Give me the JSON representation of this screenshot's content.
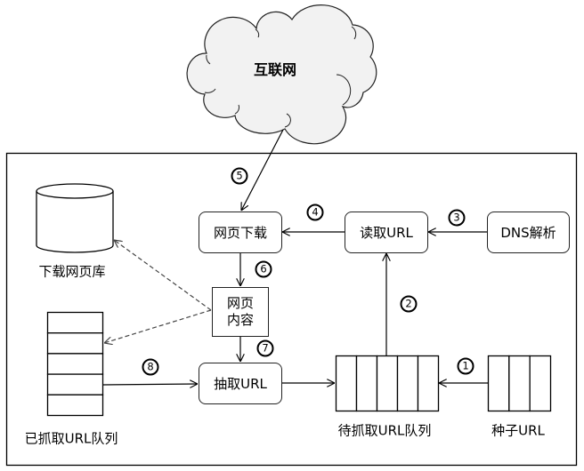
{
  "diagram": {
    "cloud": {
      "label": "互联网"
    },
    "boxes": {
      "page_download": "网页下载",
      "read_url": "读取URL",
      "dns_resolve": "DNS解析",
      "page_content": [
        "网页",
        "内容"
      ],
      "extract_url": "抽取URL"
    },
    "database": {
      "label": "下载网页库"
    },
    "queues": {
      "crawled": {
        "label": "已抓取URL队列",
        "slots": 5
      },
      "pending": {
        "label": "待抓取URL队列",
        "slots": 5
      },
      "seed": {
        "label": "种子URL",
        "slots": 3
      }
    },
    "steps": [
      "1",
      "2",
      "3",
      "4",
      "5",
      "6",
      "7",
      "8"
    ],
    "edges": [
      {
        "id": "e1",
        "from": "seed",
        "to": "pending",
        "style": "solid",
        "step": "1"
      },
      {
        "id": "e2",
        "from": "pending",
        "to": "read_url",
        "style": "solid",
        "step": "2"
      },
      {
        "id": "e3",
        "from": "dns_resolve",
        "to": "read_url",
        "style": "solid",
        "step": "3"
      },
      {
        "id": "e4",
        "from": "read_url",
        "to": "page_download",
        "style": "solid",
        "step": "4"
      },
      {
        "id": "e5",
        "from": "internet",
        "to": "page_download",
        "style": "solid",
        "step": "5"
      },
      {
        "id": "e6",
        "from": "page_download",
        "to": "page_content",
        "style": "solid",
        "step": "6"
      },
      {
        "id": "e7",
        "from": "page_content",
        "to": "extract_url",
        "style": "solid",
        "step": "7"
      },
      {
        "id": "e8",
        "from": "crawled",
        "to": "extract_url",
        "style": "solid",
        "step": "8"
      },
      {
        "id": "e9",
        "from": "extract_url",
        "to": "pending",
        "style": "solid",
        "step": ""
      },
      {
        "id": "e10",
        "from": "page_content",
        "to": "database",
        "style": "dashed",
        "step": ""
      },
      {
        "id": "e11",
        "from": "page_content",
        "to": "crawled",
        "style": "dashed",
        "step": ""
      }
    ],
    "colors": {
      "line": "#000000",
      "dashed_line": "#444444",
      "cloud_fill": "#f2f2f2"
    }
  }
}
